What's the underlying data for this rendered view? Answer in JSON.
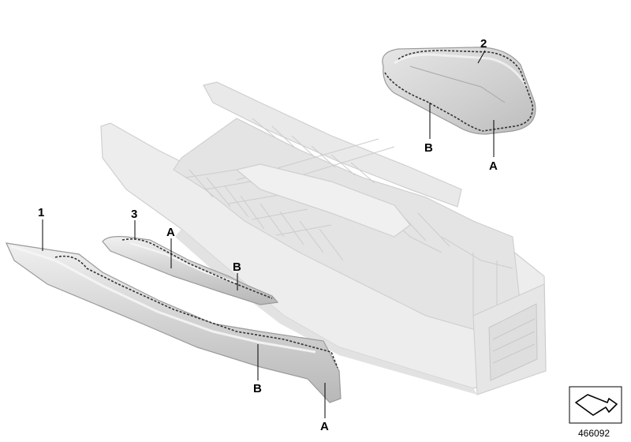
{
  "callouts": {
    "part_1": "1",
    "part_2": "2",
    "part_3": "3",
    "a_armrest": "A",
    "b_armrest": "B",
    "a_trim3": "A",
    "b_trim3": "B",
    "b_trim1": "B",
    "a_trim1": "A"
  },
  "diagram_number": "466092",
  "colors": {
    "console_fill": "#ececec",
    "console_shade": "#dcdcdc",
    "console_edge": "#c8c8c8",
    "part_fill": "#d4d4d4",
    "part_highlight": "#eeeeee",
    "part_edge": "#9a9a9a",
    "stitch": "#333333"
  }
}
